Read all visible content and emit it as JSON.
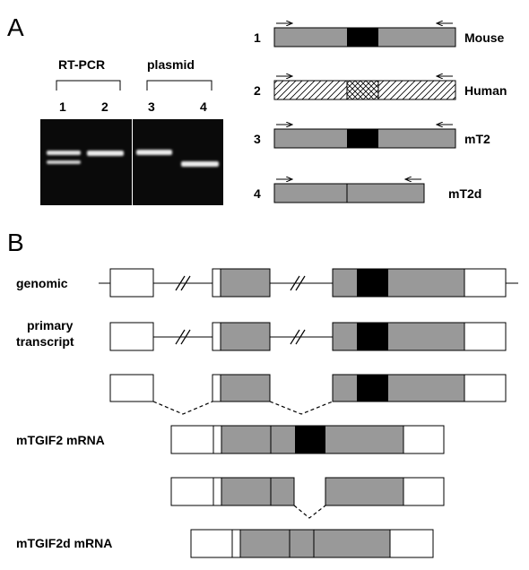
{
  "panel_a": {
    "letter": "A",
    "gel": {
      "group_labels": [
        "RT-PCR",
        "plasmid"
      ],
      "lane_numbers": [
        "1",
        "2",
        "3",
        "4"
      ]
    },
    "constructs": [
      {
        "number": "1",
        "name": "Mouse"
      },
      {
        "number": "2",
        "name": "Human"
      },
      {
        "number": "3",
        "name": "mT2"
      },
      {
        "number": "4",
        "name": "mT2d"
      }
    ]
  },
  "panel_b": {
    "letter": "B",
    "rows": {
      "genomic": "genomic",
      "primary_line1": "primary",
      "primary_line2": "transcript",
      "mrna": "mTGIF2 mRNA",
      "mrna_d": "mTGIF2d mRNA"
    }
  },
  "colors": {
    "exon_gray": "#999999",
    "highlight_black": "#000000",
    "gel_background": "#0a0a0a",
    "band": "#e6e6e6"
  }
}
